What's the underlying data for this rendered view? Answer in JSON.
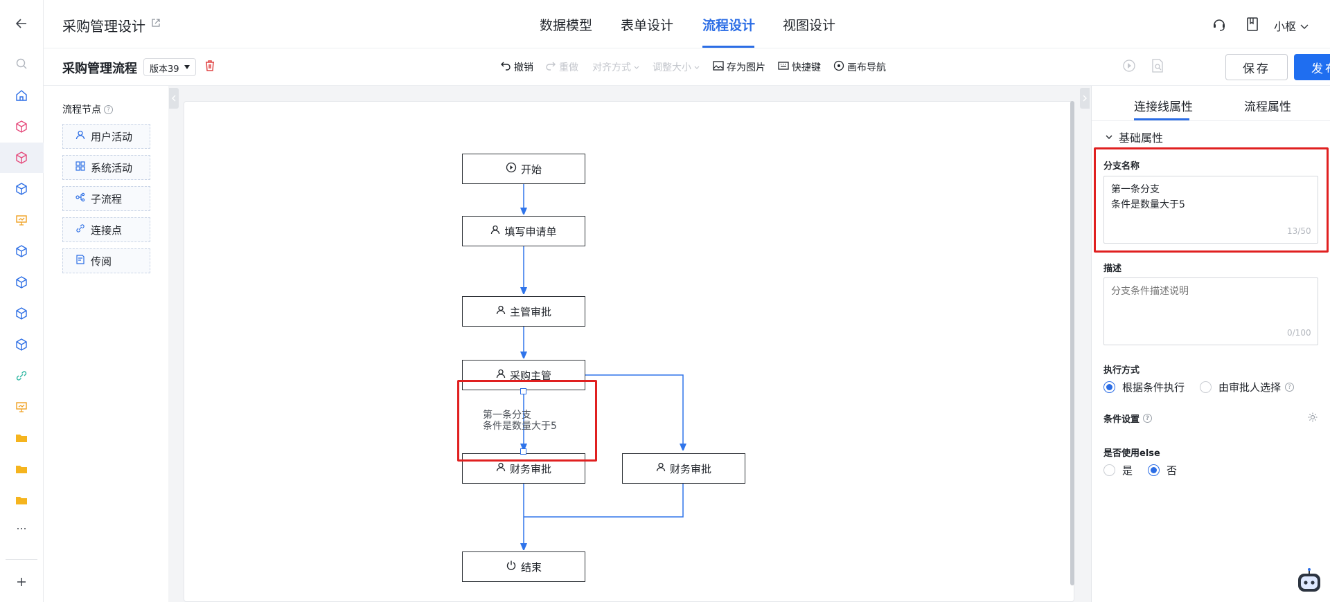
{
  "header": {
    "app_title": "采购管理设计",
    "tabs": [
      {
        "label": "数据模型"
      },
      {
        "label": "表单设计"
      },
      {
        "label": "流程设计"
      },
      {
        "label": "视图设计"
      }
    ],
    "active_tab": "流程设计",
    "user_name": "小枢"
  },
  "toolbar": {
    "flow_name": "采购管理流程",
    "version": "版本39",
    "undo": "撤销",
    "redo": "重做",
    "align": "对齐方式",
    "resize": "调整大小",
    "save_image": "存为图片",
    "shortcuts": "快捷键",
    "canvas_nav": "画布导航",
    "save": "保存",
    "publish": "发布"
  },
  "palette": {
    "title": "流程节点",
    "items": [
      {
        "label": "用户活动",
        "icon": "user-icon"
      },
      {
        "label": "系统活动",
        "icon": "grid-icon"
      },
      {
        "label": "子流程",
        "icon": "subflow-icon"
      },
      {
        "label": "连接点",
        "icon": "link-icon"
      },
      {
        "label": "传阅",
        "icon": "circulate-icon"
      }
    ]
  },
  "flow": {
    "nodes": {
      "start": "开始",
      "fill_form": "填写申请单",
      "manager_approve": "主管审批",
      "purchase_manager": "采购主管",
      "finance_approve_1": "财务审批",
      "finance_approve_2": "财务审批",
      "end": "结束"
    },
    "branch_label_line1": "第一条分支",
    "branch_label_line2": "条件是数量大于5"
  },
  "props": {
    "tabs": [
      {
        "label": "连接线属性"
      },
      {
        "label": "流程属性"
      }
    ],
    "active_tab": "连接线属性",
    "section_title": "基础属性",
    "branch_name_label": "分支名称",
    "branch_name_value": "第一条分支\n条件是数量大于5",
    "branch_name_counter": "13/50",
    "desc_label": "描述",
    "desc_placeholder": "分支条件描述说明",
    "desc_counter": "0/100",
    "exec_label": "执行方式",
    "exec_options": [
      {
        "label": "根据条件执行",
        "checked": true
      },
      {
        "label": "由审批人选择",
        "checked": false
      }
    ],
    "condition_label": "条件设置",
    "else_label": "是否使用else",
    "else_options": [
      {
        "label": "是",
        "checked": false
      },
      {
        "label": "否",
        "checked": true
      }
    ]
  },
  "colors": {
    "accent": "#2b6de5",
    "publish_bg": "#1f6ef0",
    "highlight": "#e02020",
    "edge": "#2f74ea"
  },
  "rail_icons": [
    "back-arrow-icon",
    "search-icon",
    "home-icon",
    "cube-icon",
    "cube-icon",
    "cube-icon",
    "monitor-icon",
    "cube-icon",
    "cube-icon",
    "cube-icon",
    "cube-icon",
    "link-icon",
    "monitor-icon",
    "folder-icon",
    "folder-icon",
    "folder-icon",
    "more-icon",
    "plus-icon"
  ]
}
